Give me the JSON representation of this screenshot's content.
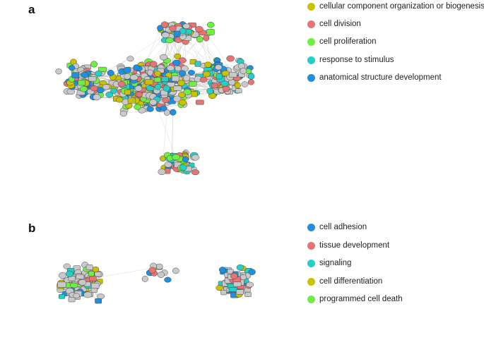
{
  "panels": [
    {
      "label": "a",
      "legend": [
        {
          "label": "cellular component organization or biogenesis",
          "color": "#c8c200"
        },
        {
          "label": "cell division",
          "color": "#e87372"
        },
        {
          "label": "cell proliferation",
          "color": "#6ef042"
        },
        {
          "label": "response to stimulus",
          "color": "#26cfc6"
        },
        {
          "label": "anatomical structure development",
          "color": "#1f8fe0"
        }
      ]
    },
    {
      "label": "b",
      "legend": [
        {
          "label": "cell adhesion",
          "color": "#1f8fe0"
        },
        {
          "label": "tissue development",
          "color": "#e87372"
        },
        {
          "label": "signaling",
          "color": "#26cfc6"
        },
        {
          "label": "cell differentiation",
          "color": "#c8c200"
        },
        {
          "label": "programmed cell death",
          "color": "#6ef042"
        }
      ]
    }
  ],
  "colors": {
    "unannotated_node": "#c9c9c9",
    "edge": "#9a9a9a"
  }
}
